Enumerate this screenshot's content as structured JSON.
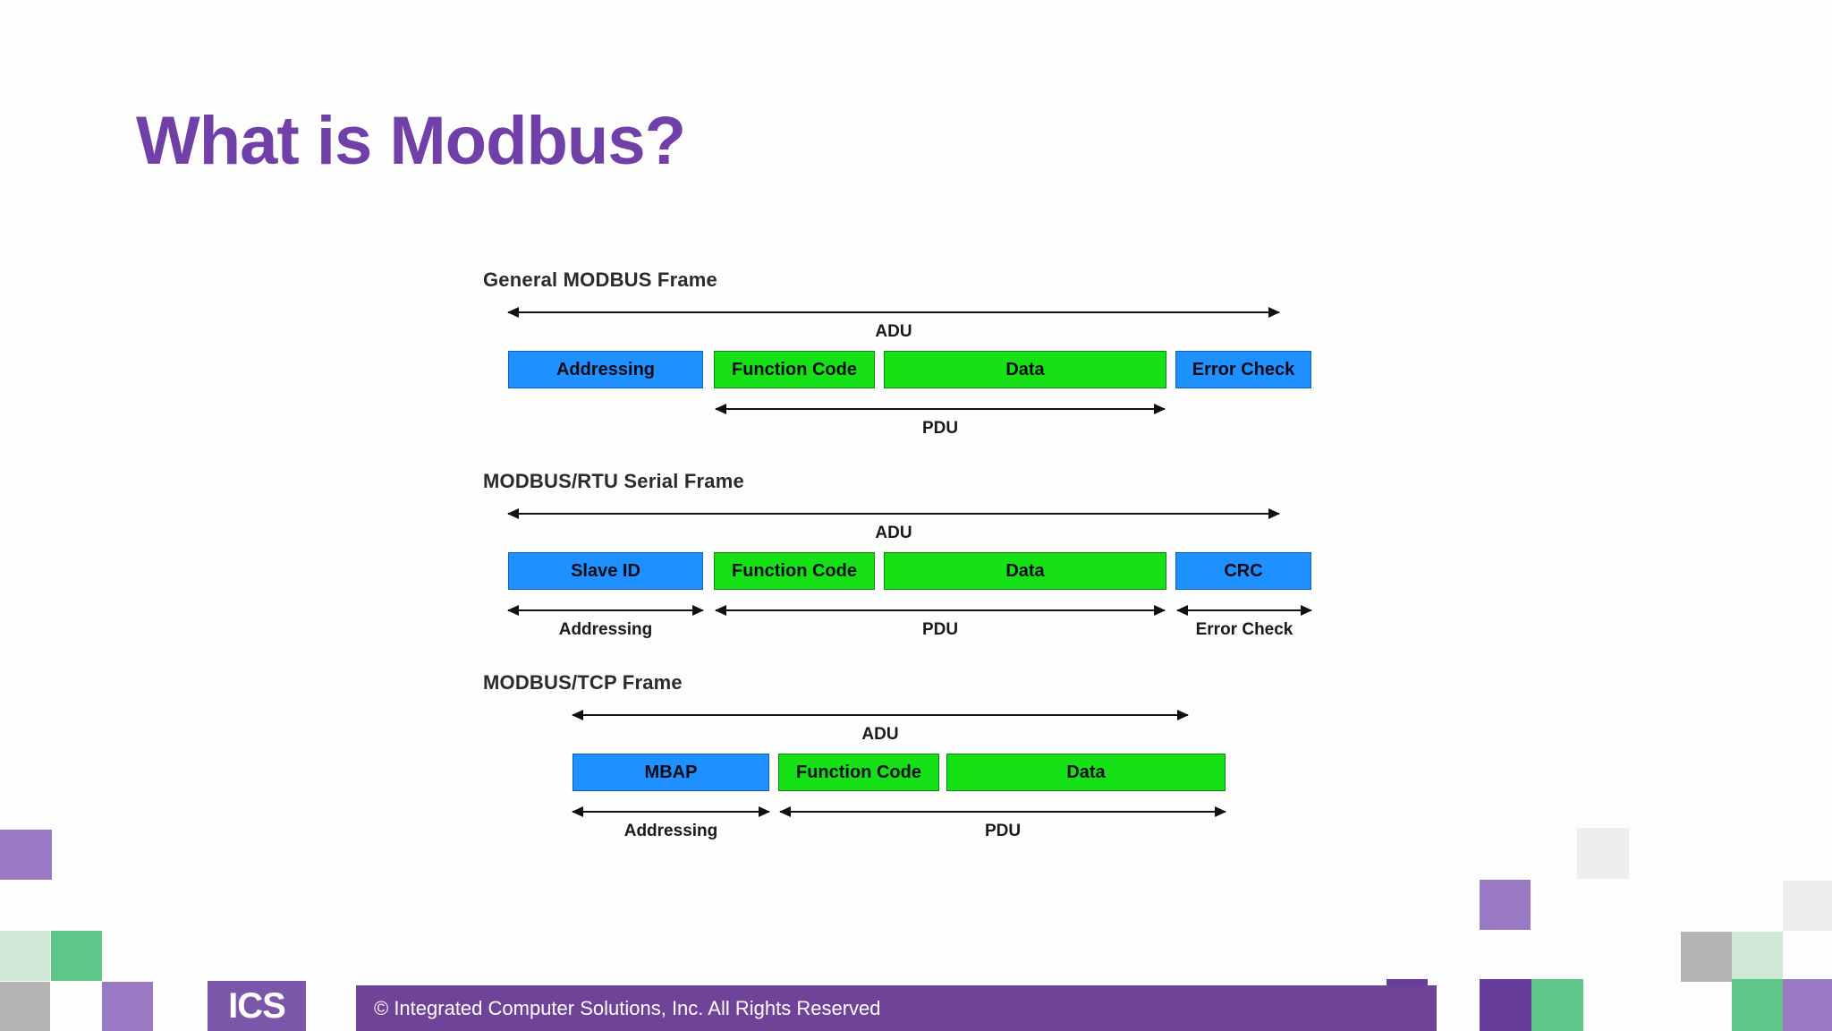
{
  "slide": {
    "title": "What is Modbus?",
    "title_color": "#7040a8",
    "background": "#ffffff"
  },
  "diagram": {
    "colors": {
      "addressing_fill": "#1e90ff",
      "pdu_fill": "#16e016",
      "arrow": "#111111",
      "heading_text": "#2b2b2b"
    },
    "frames": [
      {
        "heading": "General MODBUS Frame",
        "top_span": {
          "label": "ADU"
        },
        "fields": [
          {
            "label": "Addressing",
            "color": "blue"
          },
          {
            "label": "Function Code",
            "color": "green"
          },
          {
            "label": "Data",
            "color": "green"
          },
          {
            "label": "Error Check",
            "color": "blue"
          }
        ],
        "bottom_spans": [
          {
            "label": "PDU"
          }
        ]
      },
      {
        "heading": "MODBUS/RTU Serial Frame",
        "top_span": {
          "label": "ADU"
        },
        "fields": [
          {
            "label": "Slave ID",
            "color": "blue"
          },
          {
            "label": "Function Code",
            "color": "green"
          },
          {
            "label": "Data",
            "color": "green"
          },
          {
            "label": "CRC",
            "color": "blue"
          }
        ],
        "bottom_spans": [
          {
            "label": "Addressing"
          },
          {
            "label": "PDU"
          },
          {
            "label": "Error Check"
          }
        ]
      },
      {
        "heading": "MODBUS/TCP Frame",
        "top_span": {
          "label": "ADU"
        },
        "fields": [
          {
            "label": "MBAP",
            "color": "blue"
          },
          {
            "label": "Function Code",
            "color": "green"
          },
          {
            "label": "Data",
            "color": "green"
          }
        ],
        "bottom_spans": [
          {
            "label": "Addressing"
          },
          {
            "label": "PDU"
          }
        ]
      }
    ]
  },
  "footer": {
    "copyright": "© Integrated Computer Solutions, Inc. All Rights Reserved",
    "bar_color": "#6f4397",
    "logo_text": "ICS",
    "logo_color": "#7a57a8"
  },
  "decorations": {
    "colors": {
      "purple_light": "#9a79c4",
      "purple_dark": "#683c9a",
      "green": "#5ec787",
      "green_pale": "#cfe9d6",
      "grey": "#b4b4b4",
      "grey_pale": "#eeeeee"
    }
  }
}
